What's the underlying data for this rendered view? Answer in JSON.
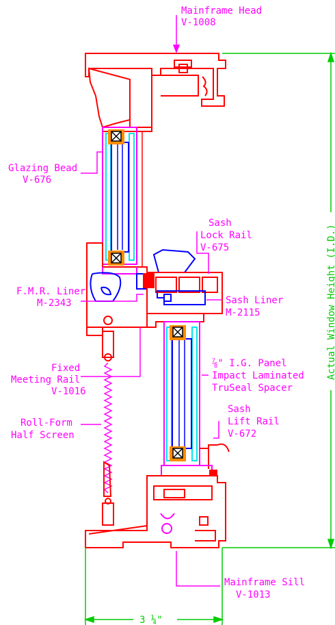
{
  "labels": {
    "head": [
      "Mainframe Head",
      "V-1008"
    ],
    "glazing": [
      "Glazing Bead",
      "V-676"
    ],
    "lock_rail": [
      "Sash",
      "Lock Rail",
      "V-675"
    ],
    "fmr": [
      "F.M.R. Liner",
      "M-2343"
    ],
    "sash_liner": [
      "Sash Liner",
      "M-2115"
    ],
    "fixed_rail": [
      "Fixed",
      "Meeting Rail",
      "V-1016"
    ],
    "ig_panel": [
      "⅞\" I.G. Panel",
      "Impact Laminated",
      "TruSeal Spacer"
    ],
    "screen": [
      "Roll-Form",
      "Half Screen"
    ],
    "lift_rail": [
      "Sash",
      "Lift Rail",
      "V-672"
    ],
    "sill": [
      "Mainframe Sill",
      "V-1013"
    ],
    "width_dim": "3 ¼\"",
    "height_dim": "Actual Window Height (I.D.)"
  },
  "colors": {
    "frame": "#ff0000",
    "glass": "#00e5ee",
    "dimension": "#00cc00",
    "label": "#ff00ff",
    "setting_block": "#ff8c00",
    "sash_blue": "#0000ff"
  }
}
